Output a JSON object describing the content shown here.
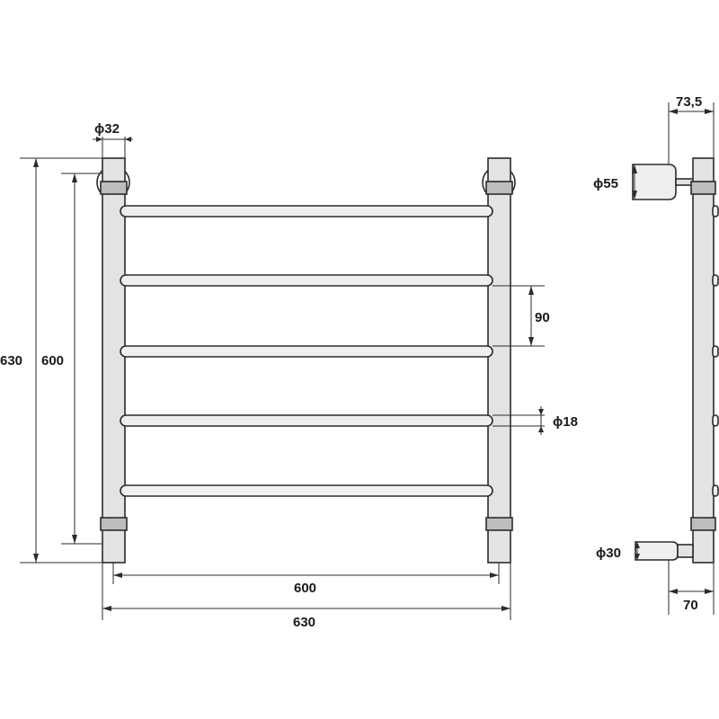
{
  "dimensions": {
    "pipe_diameter": "ϕ32",
    "overall_height": "630",
    "axis_height": "600",
    "rung_spacing": "90",
    "rung_diameter": "ϕ18",
    "axis_width": "600",
    "overall_width": "630",
    "wall_offset": "73,5",
    "flange_diameter": "ϕ55",
    "bottom_connector_diameter": "ϕ30",
    "bottom_offset": "70"
  }
}
